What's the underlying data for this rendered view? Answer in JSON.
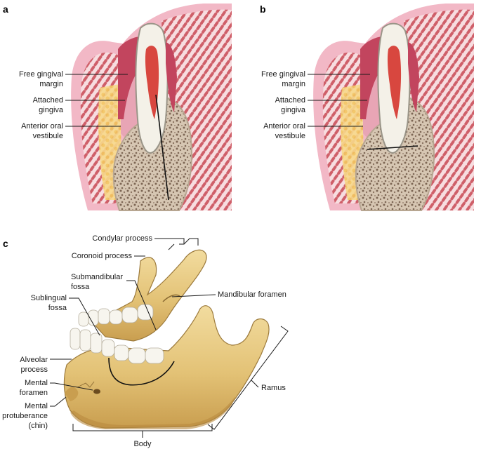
{
  "panels": {
    "a": "a",
    "b": "b",
    "c": "c"
  },
  "panel_a": {
    "free_gingival_margin": [
      "Free gingival",
      "margin"
    ],
    "attached_gingiva": [
      "Attached",
      "gingiva"
    ],
    "anterior_oral_vestibule": [
      "Anterior oral",
      "vestibule"
    ]
  },
  "panel_b": {
    "free_gingival_margin": [
      "Free gingival",
      "margin"
    ],
    "attached_gingiva": [
      "Attached",
      "gingiva"
    ],
    "anterior_oral_vestibule": [
      "Anterior oral",
      "vestibule"
    ]
  },
  "panel_c": {
    "condylar_process": "Condylar process",
    "coronoid_process": "Coronoid process",
    "submandibular_fossa": [
      "Submandibular",
      "fossa"
    ],
    "mandibular_foramen": "Mandibular foramen",
    "sublingual_fossa": [
      "Sublingual",
      "fossa"
    ],
    "alveolar_process": [
      "Alveolar",
      "process"
    ],
    "mental_foramen": [
      "Mental",
      "foramen"
    ],
    "mental_protuberance": [
      "Mental",
      "protuberance",
      "(chin)"
    ],
    "ramus": "Ramus",
    "body": "Body"
  },
  "colors": {
    "skin_pink": "#f2b8c6",
    "mucosa_pink": "#e8a5b5",
    "gum_red": "#c2455e",
    "muscle_red": "#d0606b",
    "fat_yellow": "#f5d27a",
    "bone_tan": "#d8c8b4",
    "pulp_red": "#d8473f",
    "enamel": "#f4f1e8",
    "mandible_gold": "#e7c980",
    "mandible_shadow": "#c49a4c",
    "tooth_white": "#f7f5ee"
  }
}
